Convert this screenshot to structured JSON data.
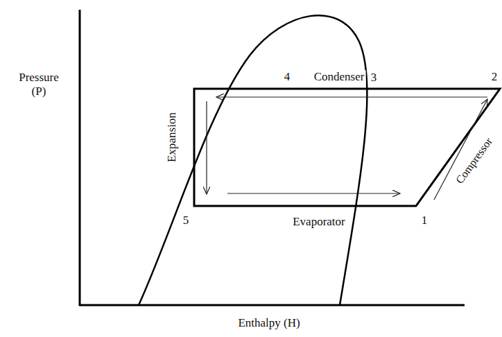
{
  "diagram": {
    "labels": [
      "Pressure (P)",
      "Enthalpy (H)",
      "4",
      "Condenser",
      "3",
      "2",
      "Expansion",
      "Compressor",
      "5",
      "Evaporator",
      "1"
    ]
  }
}
